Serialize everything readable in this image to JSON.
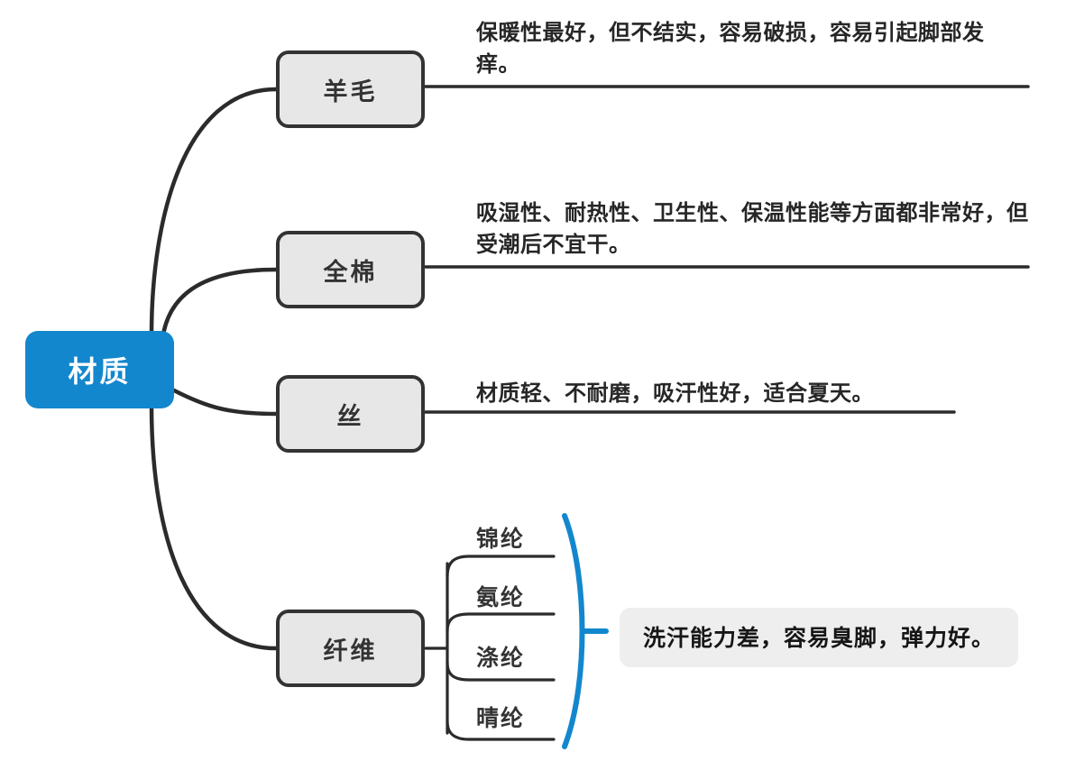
{
  "diagram": {
    "type": "mind-map",
    "title": "材质",
    "colors": {
      "root_fill": "#1387ce",
      "root_text": "#ffffff",
      "node_fill": "#e7e7e7",
      "node_border": "#333333",
      "node_text": "#333333",
      "connector": "#2b2b2b",
      "brace": "#1387ce",
      "callout_fill": "#eeeeee",
      "text": "#262626"
    },
    "root": {
      "label": "材质"
    },
    "branches": [
      {
        "id": "wool",
        "label": "羊毛",
        "description": "保暖性最好，但不结实，容易破损，容易引起脚部发痒。"
      },
      {
        "id": "cotton",
        "label": "全棉",
        "description": "吸湿性、耐热性、卫生性、保温性能等方面都非常好，但受潮后不宜干。"
      },
      {
        "id": "silk",
        "label": "丝",
        "description": "材质轻、不耐磨，吸汗性好，适合夏天。"
      },
      {
        "id": "fiber",
        "label": "纤维",
        "sub_items": [
          {
            "label": "锦纶"
          },
          {
            "label": "氨纶"
          },
          {
            "label": "涤纶"
          },
          {
            "label": "晴纶"
          }
        ],
        "callout": "洗汗能力差，容易臭脚，弹力好。"
      }
    ]
  }
}
